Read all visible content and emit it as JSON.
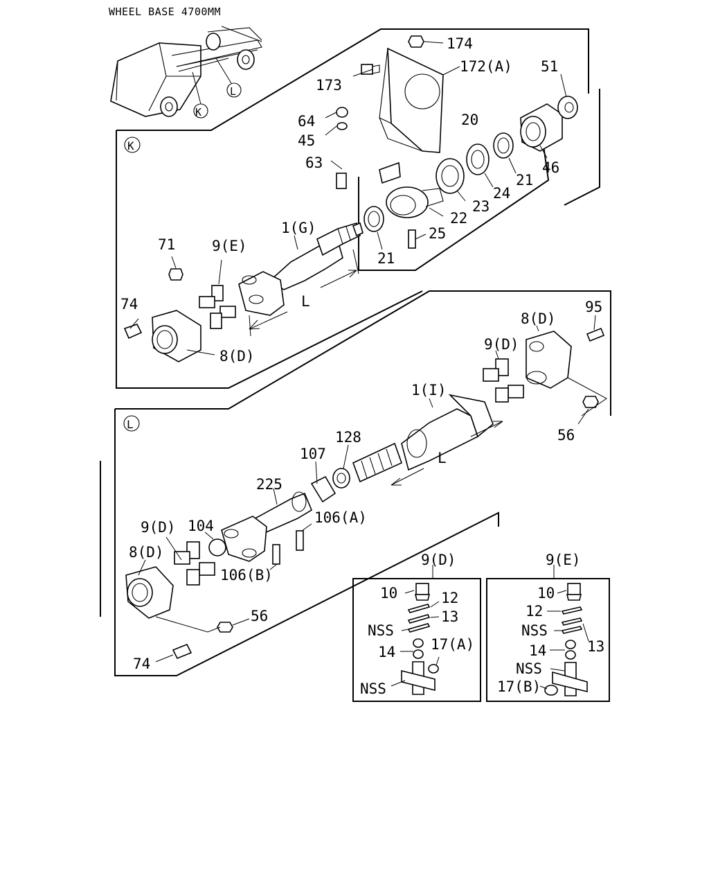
{
  "title": "WHEEL BASE 4700MM",
  "sections": {
    "K": "K",
    "L": "L"
  },
  "dimension_label": "L",
  "callouts": {
    "c174": "174",
    "c172A": "172(A)",
    "c173": "173",
    "c51": "51",
    "c64": "64",
    "c45": "45",
    "c20": "20",
    "c63": "63",
    "c46": "46",
    "c21a": "21",
    "c24": "24",
    "c23": "23",
    "c22": "22",
    "c25": "25",
    "c1G": "1(G)",
    "c21b": "21",
    "c71": "71",
    "c9E": "9(E)",
    "c74a": "74",
    "c8Da": "8(D)",
    "c95": "95",
    "c8Db": "8(D)",
    "c9Da": "9(D)",
    "c1I": "1(I)",
    "c56a": "56",
    "c128": "128",
    "c107": "107",
    "c225": "225",
    "c106A": "106(A)",
    "c9Db": "9(D)",
    "c104": "104",
    "c8Dc": "8(D)",
    "c106B": "106(B)",
    "c56b": "56",
    "c74b": "74"
  },
  "inset_d": {
    "title": "9(D)",
    "c10": "10",
    "c12": "12",
    "c13": "13",
    "nss1": "NSS",
    "c14": "14",
    "c17A": "17(A)",
    "nss2": "NSS"
  },
  "inset_e": {
    "title": "9(E)",
    "c10": "10",
    "c12": "12",
    "nss1": "NSS",
    "c13": "13",
    "c14": "14",
    "nss2": "NSS",
    "c17B": "17(B)"
  }
}
